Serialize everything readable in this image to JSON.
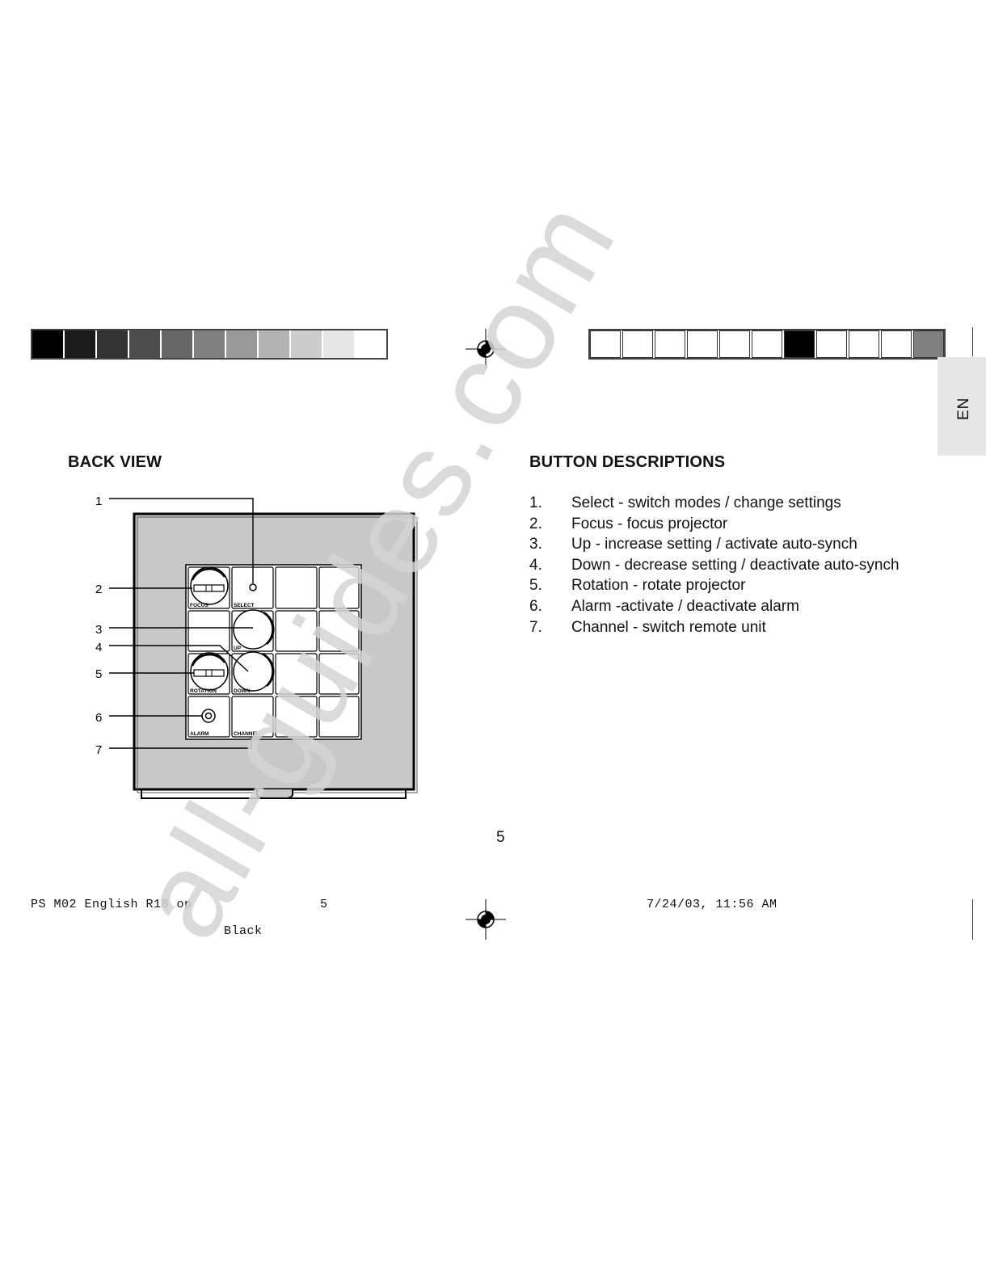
{
  "lang_tab": "EN",
  "watermark": "all-guides.com",
  "back_view": {
    "title": "BACK VIEW",
    "callouts": [
      "1",
      "2",
      "3",
      "4",
      "5",
      "6",
      "7"
    ],
    "button_labels": {
      "focus": "FOCUS",
      "select": "SELECT",
      "up": "UP",
      "down": "DOWN",
      "rotation": "ROTATION",
      "alarm": "ALARM",
      "channel": "CHANNEL"
    }
  },
  "button_descriptions": {
    "title": "BUTTON DESCRIPTIONS",
    "items": [
      {
        "num": "1.",
        "text": "Select - switch modes / change settings"
      },
      {
        "num": "2.",
        "text": "Focus - focus projector"
      },
      {
        "num": "3.",
        "text": "Up - increase setting / activate auto-synch"
      },
      {
        "num": "4.",
        "text": "Down - decrease setting / deactivate auto-synch"
      },
      {
        "num": "5.",
        "text": "Rotation - rotate projector"
      },
      {
        "num": "6.",
        "text": "Alarm -activate /  deactivate alarm"
      },
      {
        "num": "7.",
        "text": "Channel - switch remote unit"
      }
    ]
  },
  "page_number": "5",
  "footer": {
    "file": "PS M02 English R18 op",
    "page": "5",
    "date": "7/24/03, 11:56 AM",
    "color": "Black"
  },
  "colors": {
    "left_strip": [
      "#000000",
      "#1a1a1a",
      "#333333",
      "#4d4d4d",
      "#666666",
      "#808080",
      "#999999",
      "#b3b3b3",
      "#cccccc",
      "#e6e6e6",
      "#ffffff"
    ],
    "right_strip": [
      "#ffffff",
      "#ffffff",
      "#ffffff",
      "#ffffff",
      "#ffffff",
      "#ffffff",
      "#000000",
      "#ffffff",
      "#ffffff",
      "#ffffff",
      "#808080"
    ]
  }
}
